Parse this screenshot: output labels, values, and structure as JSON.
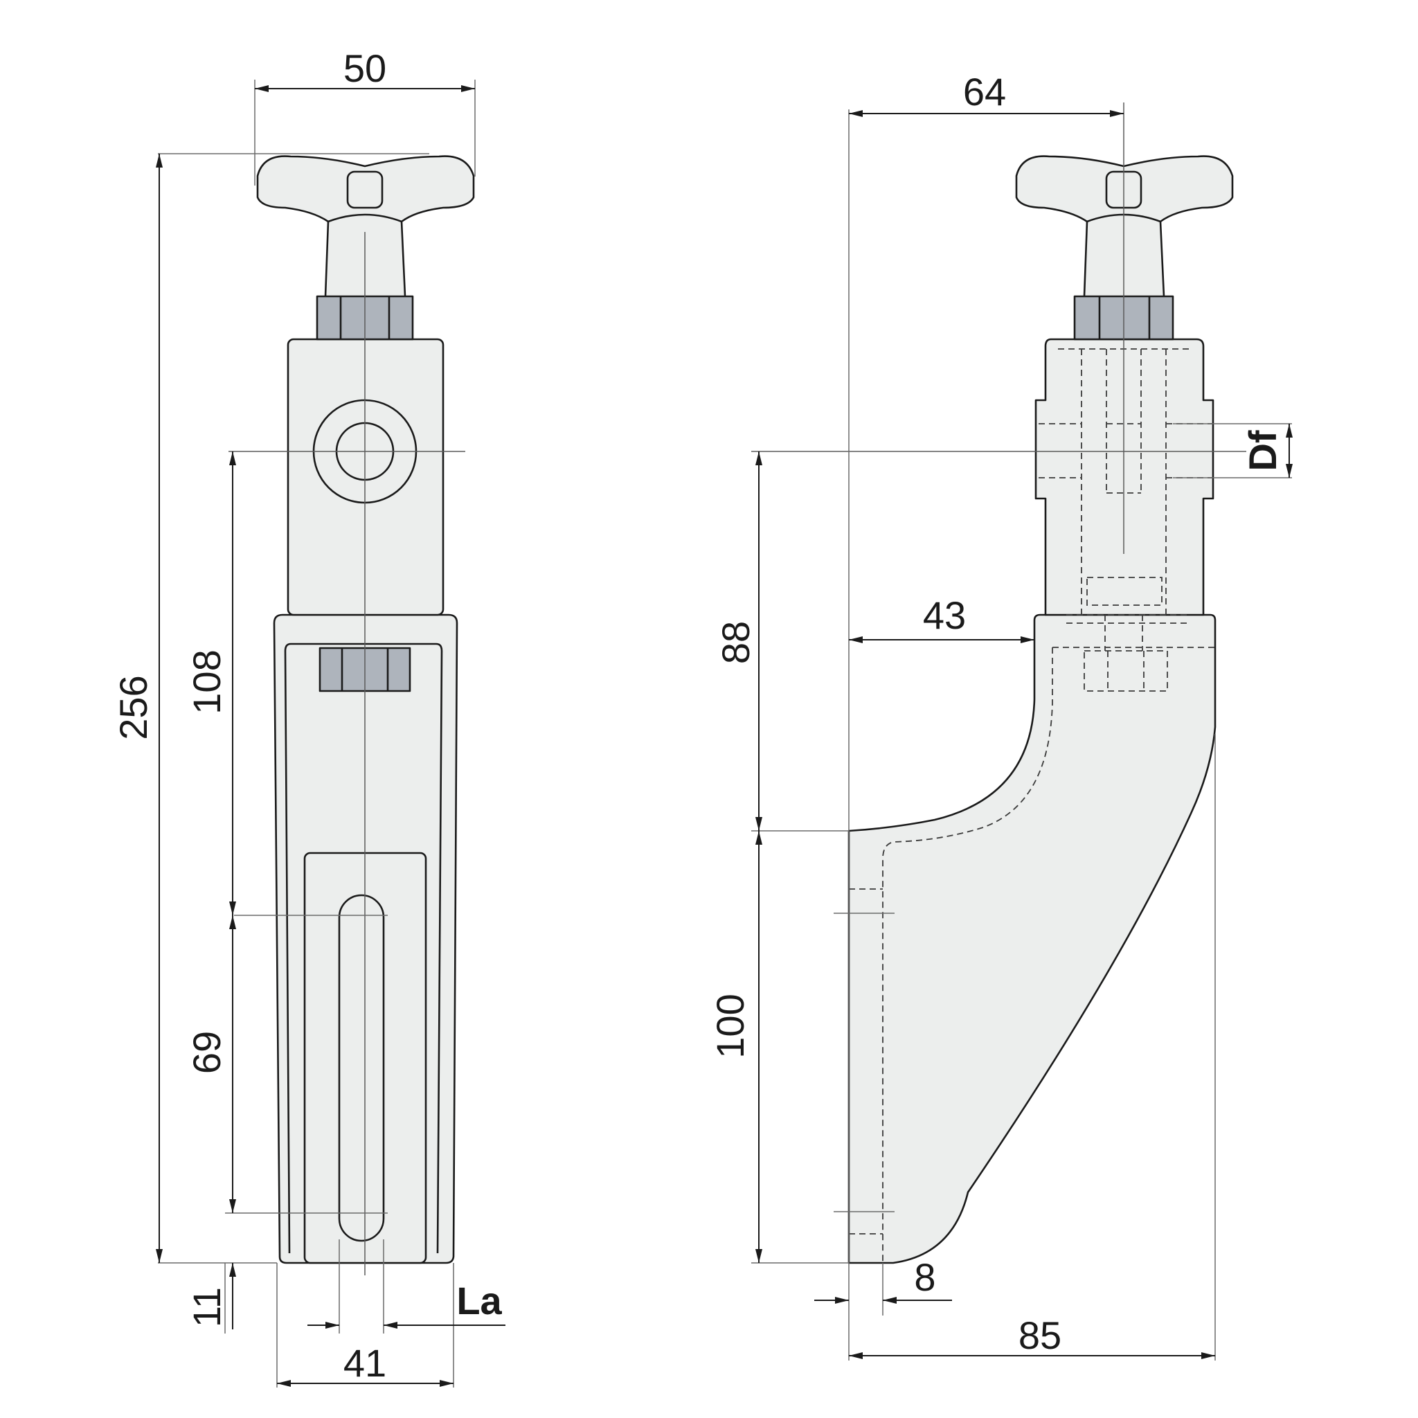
{
  "drawing": {
    "front_view": {
      "dimensions": {
        "top_width": "50",
        "overall_height": "256",
        "hole_to_slot_top": "108",
        "slot_length": "69",
        "base_offset": "11",
        "base_width": "41",
        "slot_width": "La"
      }
    },
    "side_view": {
      "dimensions": {
        "knob_offset": "64",
        "hole_diameter": "Df",
        "inner_reach": "43",
        "upper_height": "88",
        "lower_height": "100",
        "wall_thickness": "8",
        "overall_depth": "85"
      }
    }
  },
  "colors": {
    "part_fill": "#eceeed",
    "nut_fill": "#aeb4bc",
    "line": "#1a1a1a"
  }
}
